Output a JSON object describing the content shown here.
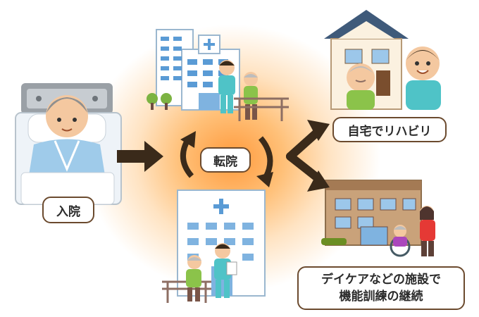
{
  "labels": {
    "admission": "入院",
    "transfer": "転院",
    "home_rehab": "自宅でリハビリ",
    "daycare_line1": "デイケアなどの施設で",
    "daycare_line2": "機能訓練の継続"
  },
  "colors": {
    "glow": "#ff9a3c",
    "arrow": "#3a2a1a",
    "label_border": "#6b4a2e"
  }
}
